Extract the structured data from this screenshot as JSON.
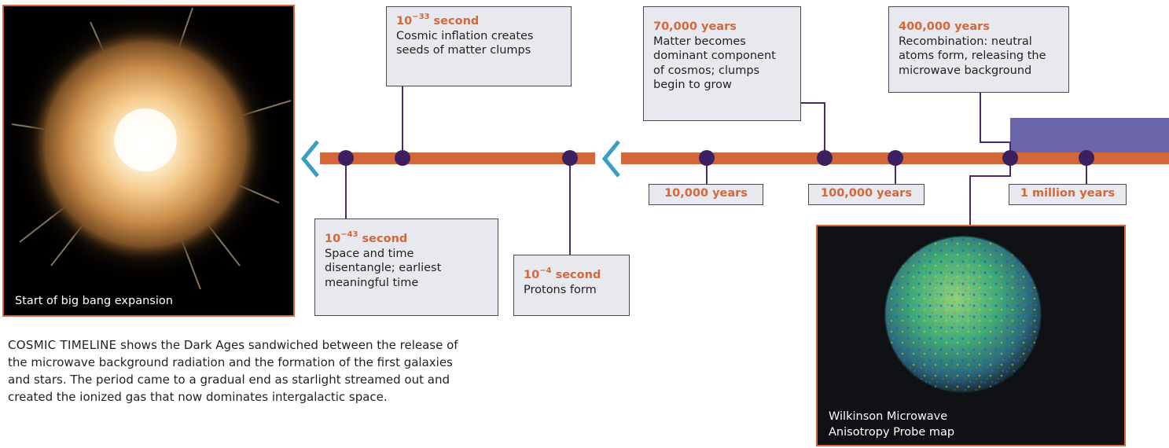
{
  "panels": {
    "bigbang_caption": "Start of big bang expansion",
    "wmap_caption": "Wilkinson Microwave\nAnisotropy Probe map"
  },
  "events": {
    "planck": {
      "time_base": "10",
      "time_exp": "−43",
      "time_unit": "second",
      "desc": "Space and time\ndisentangle; earliest\nmeaningful time"
    },
    "inflation": {
      "time_base": "10",
      "time_exp": "−33",
      "time_unit": "second",
      "desc": "Cosmic inflation creates\nseeds of matter clumps"
    },
    "protons": {
      "time_base": "10",
      "time_exp": "−4",
      "time_unit": "second",
      "desc": "Protons form"
    },
    "matter": {
      "time": "70,000 years",
      "desc": "Matter becomes\ndominant component\nof cosmos; clumps\nbegin to grow"
    },
    "recombination": {
      "time": "400,000 years",
      "desc": "Recombination: neutral\natoms form, releasing the\nmicrowave background"
    }
  },
  "scale_labels": {
    "ten_thousand": "10,000 years",
    "hundred_thousand": "100,000 years",
    "million": "1 million years"
  },
  "caption": {
    "lead": "COSMIC TIMELINE",
    "body": " shows the Dark Ages sandwiched between the release of\nthe microwave background radiation and the formation of the first galaxies\nand stars. The period came to a gradual end as starlight streamed out and\ncreated the ionized gas that now dominates intergalactic space."
  },
  "colors": {
    "timeline": "#d4673a",
    "marker": "#3c1f5e",
    "dark_ages": "#6a64a8",
    "box_fill": "#e8e9ee",
    "highlight_text": "#d4673a"
  }
}
